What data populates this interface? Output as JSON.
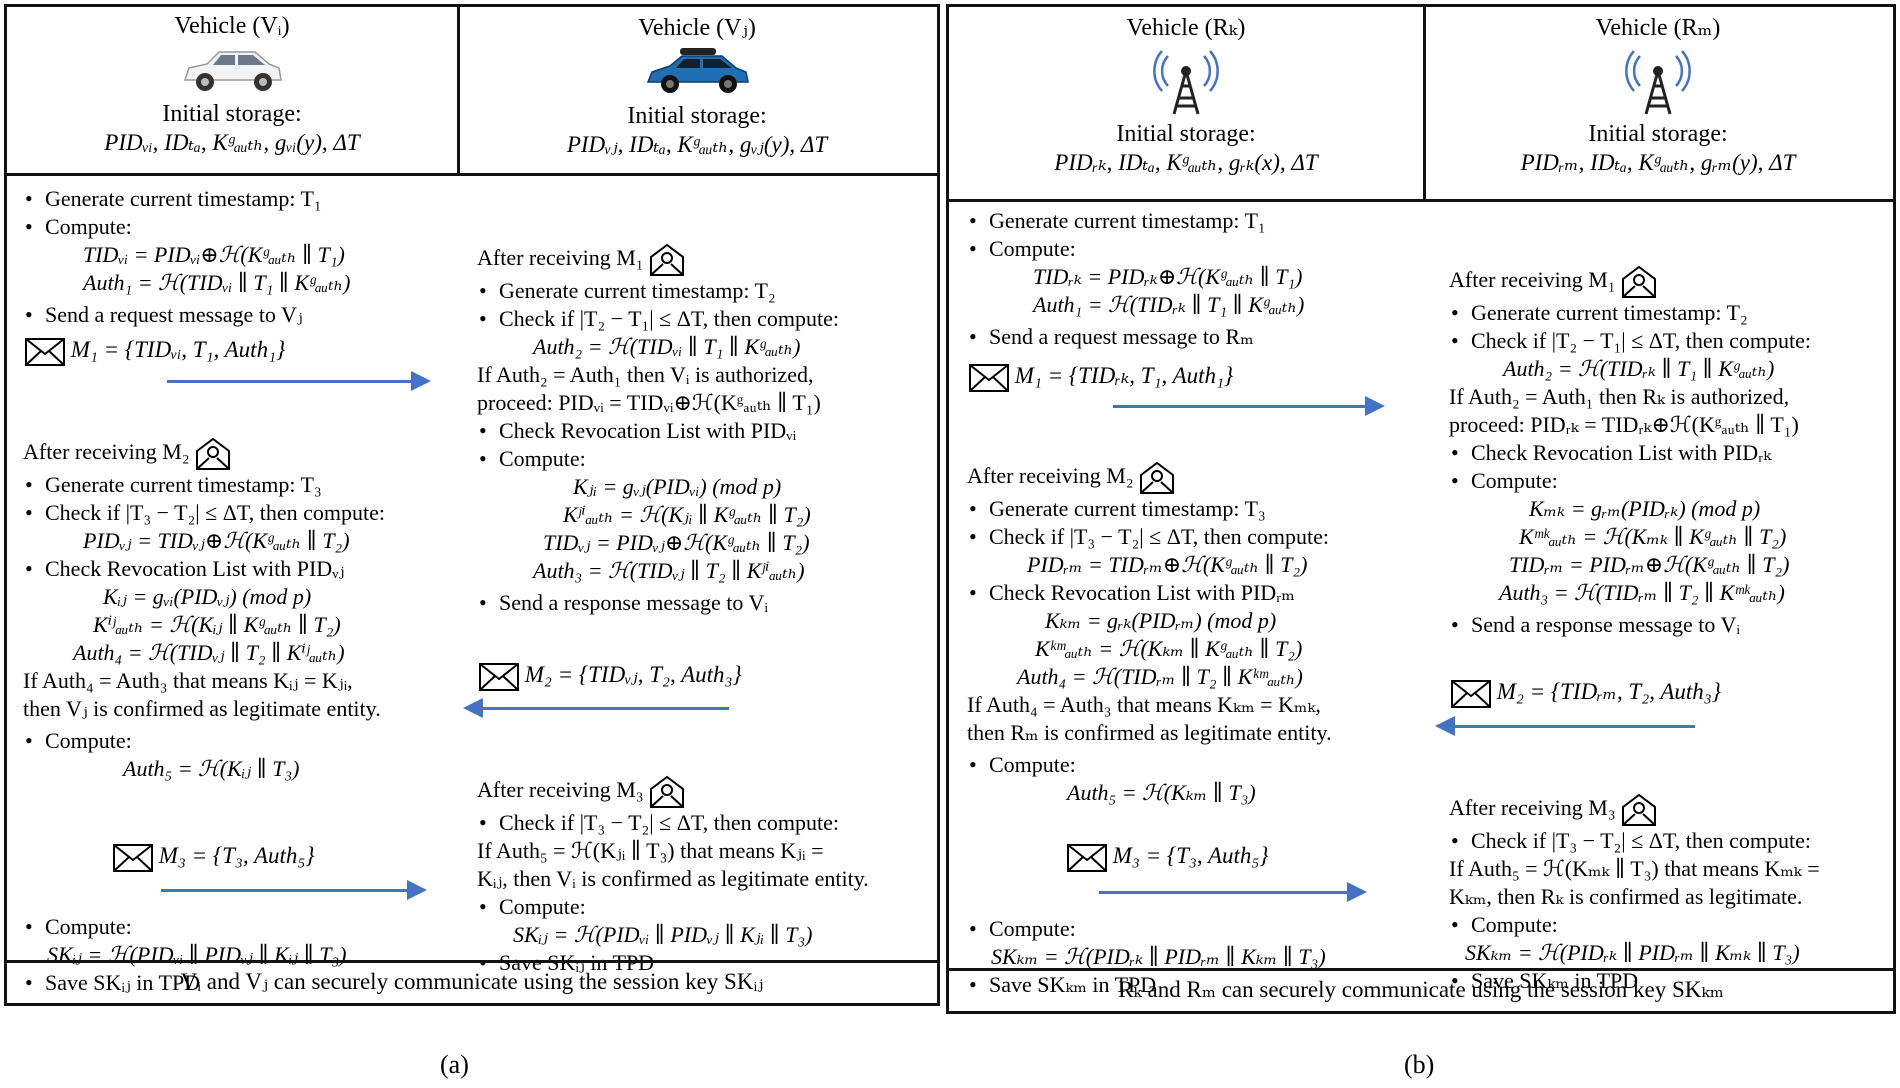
{
  "panel_a": {
    "header": {
      "left": {
        "title": "Vehicle (Vᵢ)",
        "storage_label": "Initial storage:",
        "storage_vals": "PIDᵥᵢ, IDₜₐ, Kᵍₐᵤₜₕ, gᵥᵢ(y), ΔT",
        "icon": "white-car-icon"
      },
      "right": {
        "title": "Vehicle (Vⱼ)",
        "storage_label": "Initial storage:",
        "storage_vals": "PIDᵥⱼ, IDₜₐ, Kᵍₐᵤₜₕ, gᵥⱼ(y), ΔT",
        "icon": "blue-car-icon"
      }
    },
    "left_steps": [
      "Generate current timestamp: T₁",
      "Compute:",
      "TIDᵥᵢ = PIDᵥᵢ⊕ℋ(Kᵍₐᵤₜₕ ∥ T₁)",
      "Auth₁ = ℋ(TIDᵥᵢ ∥ T₁ ∥ Kᵍₐᵤₜₕ)",
      "Send a request message to Vⱼ"
    ],
    "m1": "M₁ = {TIDᵥᵢ, T₁, Auth₁}",
    "left_steps2": [
      "After receiving M₂",
      "Generate current timestamp: T₃",
      "Check if |T₃ − T₂| ≤ ΔT, then compute:",
      "PIDᵥⱼ = TIDᵥⱼ⊕ℋ(Kᵍₐᵤₜₕ ∥ T₂)",
      "Check Revocation List with PIDᵥⱼ",
      "Kᵢⱼ = gᵥᵢ(PIDᵥⱼ) (mod p)",
      "Kⁱʲₐᵤₜₕ = ℋ(Kᵢⱼ ∥ Kᵍₐᵤₜₕ ∥ T₂)",
      "Auth₄ = ℋ(TIDᵥⱼ ∥ T₂ ∥ Kⁱʲₐᵤₜₕ)",
      "If Auth₄ = Auth₃ that means Kᵢⱼ = Kⱼᵢ,",
      "then Vⱼ is confirmed as legitimate entity.",
      "Compute:",
      "Auth₅ = ℋ(Kᵢⱼ ∥ T₃)"
    ],
    "m3": "M₃  =  {T₃, Auth₅}",
    "left_steps3": [
      "Compute:",
      "SKᵢⱼ = ℋ(PIDᵥᵢ ∥ PIDᵥⱼ ∥ Kᵢⱼ ∥ T₃)",
      "Save SKᵢⱼ in TPD"
    ],
    "right_steps": [
      "After receiving M₁",
      "Generate current timestamp: T₂",
      "Check if  |T₂ − T₁| ≤ ΔT, then compute:",
      "Auth₂ = ℋ(TIDᵥᵢ ∥ T₁ ∥ Kᵍₐᵤₜₕ)",
      "If  Auth₂ = Auth₁  then  Vᵢ  is authorized,",
      "proceed: PIDᵥᵢ = TIDᵥᵢ⊕ℋ(Kᵍₐᵤₜₕ ∥ T₁)",
      "Check Revocation List with PIDᵥᵢ",
      "Compute:",
      "Kⱼᵢ = gᵥⱼ(PIDᵥᵢ) (mod p)",
      "Kʲⁱₐᵤₜₕ = ℋ(Kⱼᵢ ∥ Kᵍₐᵤₜₕ ∥ T₂)",
      "TIDᵥⱼ = PIDᵥⱼ⊕ℋ(Kᵍₐᵤₜₕ ∥ T₂)",
      "Auth₃ = ℋ(TIDᵥⱼ ∥ T₂ ∥ Kʲⁱₐᵤₜₕ)",
      "Send a response message to Vᵢ"
    ],
    "m2": "M₂ = {TIDᵥⱼ, T₂, Auth₃}",
    "right_steps2": [
      "After receiving M₃",
      "Check if |T₃ − T₂| ≤ ΔT, then compute:",
      "If  Auth₅ = ℋ(Kⱼᵢ ∥ T₃)  that  means  Kⱼᵢ =",
      "Kᵢⱼ, then Vᵢ is confirmed as legitimate entity.",
      "Compute:",
      "SKᵢⱼ = ℋ(PIDᵥᵢ ∥ PIDᵥⱼ ∥ Kⱼᵢ ∥ T₃)",
      "Save SKᵢⱼ in TPD"
    ],
    "footer": "Vᵢ and Vⱼ can securely communicate using the session key SKᵢⱼ",
    "caption": "(a)"
  },
  "panel_b": {
    "header": {
      "left": {
        "title": "Vehicle (Rₖ)",
        "storage_label": "Initial storage:",
        "storage_vals": "PIDᵣₖ, IDₜₐ, Kᵍₐᵤₜₕ, gᵣₖ(x), ΔT",
        "icon": "tower-icon"
      },
      "right": {
        "title": "Vehicle (Rₘ)",
        "storage_label": "Initial storage:",
        "storage_vals": "PIDᵣₘ, IDₜₐ, Kᵍₐᵤₜₕ, gᵣₘ(y), ΔT",
        "icon": "tower-icon"
      }
    },
    "left_steps": [
      "Generate current timestamp: T₁",
      "Compute:",
      "TIDᵣₖ = PIDᵣₖ⊕ℋ(Kᵍₐᵤₜₕ ∥ T₁)",
      "Auth₁ = ℋ(TIDᵣₖ ∥ T₁ ∥ Kᵍₐᵤₜₕ)",
      "Send a request message to Rₘ"
    ],
    "m1": "M₁ = {TIDᵣₖ, T₁, Auth₁}",
    "left_steps2": [
      "After receiving M₂",
      "Generate current timestamp: T₃",
      "Check if |T₃ − T₂| ≤ ΔT, then compute:",
      "PIDᵣₘ = TIDᵣₘ⊕ℋ(Kᵍₐᵤₜₕ ∥ T₂)",
      "Check Revocation List with PIDᵣₘ",
      "Kₖₘ = gᵣₖ(PIDᵣₘ) (mod p)",
      "Kᵏᵐₐᵤₜₕ = ℋ(Kₖₘ ∥ Kᵍₐᵤₜₕ ∥ T₂)",
      "Auth₄ = ℋ(TIDᵣₘ ∥ T₂ ∥ Kᵏᵐₐᵤₜₕ)",
      "If Auth₄ = Auth₃ that means Kₖₘ = Kₘₖ,",
      "then Rₘ is confirmed as legitimate entity.",
      "Compute:",
      "Auth₅ = ℋ(Kₖₘ ∥ T₃)"
    ],
    "m3": "M₃  =  {T₃, Auth₅}",
    "left_steps3": [
      "Compute:",
      "SKₖₘ = ℋ(PIDᵣₖ ∥ PIDᵣₘ ∥ Kₖₘ ∥ T₃)",
      "Save SKₖₘ in TPD"
    ],
    "right_steps": [
      "After receiving M₁",
      "Generate current timestamp: T₂",
      "Check if  |T₂ − T₁| ≤ ΔT, then compute:",
      "Auth₂ = ℋ(TIDᵣₖ ∥ T₁ ∥ Kᵍₐᵤₜₕ)",
      "If  Auth₂ = Auth₁  then  Rₖ  is authorized,",
      "proceed: PIDᵣₖ = TIDᵣₖ⊕ℋ(Kᵍₐᵤₜₕ ∥ T₁)",
      "Check Revocation List with PIDᵣₖ",
      "Compute:",
      "Kₘₖ = gᵣₘ(PIDᵣₖ) (mod p)",
      "Kᵐᵏₐᵤₜₕ = ℋ(Kₘₖ ∥ Kᵍₐᵤₜₕ ∥ T₂)",
      "TIDᵣₘ = PIDᵣₘ⊕ℋ(Kᵍₐᵤₜₕ ∥ T₂)",
      "Auth₃ = ℋ(TIDᵣₘ ∥ T₂ ∥ Kᵐᵏₐᵤₜₕ)",
      "Send a response message to Vᵢ"
    ],
    "m2": "M₂ = {TIDᵣₘ, T₂, Auth₃}",
    "right_steps2": [
      "After receiving M₃",
      "Check if |T₃ − T₂| ≤ ΔT, then compute:",
      "If Auth₅ = ℋ(Kₘₖ ∥ T₃) that means Kₘₖ =",
      "Kₖₘ, then Rₖ is confirmed as legitimate.",
      "Compute:",
      "SKₖₘ = ℋ(PIDᵣₖ ∥ PIDᵣₘ ∥ Kₘₖ ∥ T₃)",
      "Save SKₖₘ in TPD"
    ],
    "footer": "Rₖ and Rₘ can securely communicate using the session key SKₖₘ",
    "caption": "(b)"
  },
  "colors": {
    "arrow": "#4472c4",
    "border": "#111111"
  }
}
